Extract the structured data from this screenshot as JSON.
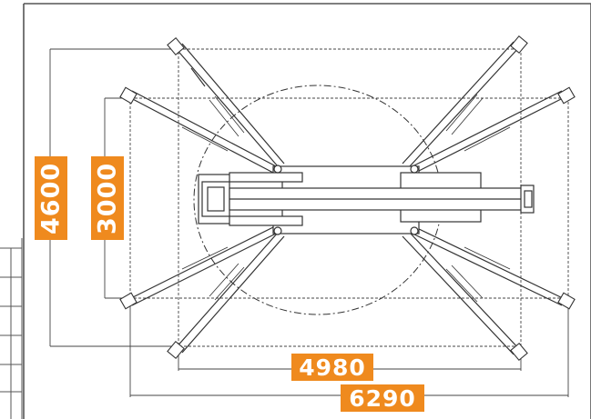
{
  "drawing": {
    "subject": "spider crane top view outrigger footprint",
    "dimensions": {
      "outer_height": "4600",
      "inner_height": "3000",
      "inner_width": "4980",
      "outer_width": "6290"
    },
    "colors": {
      "badge": "#ef8a1e",
      "badge_text": "#ffffff",
      "lines": "#333333",
      "frame": "#555555"
    }
  }
}
